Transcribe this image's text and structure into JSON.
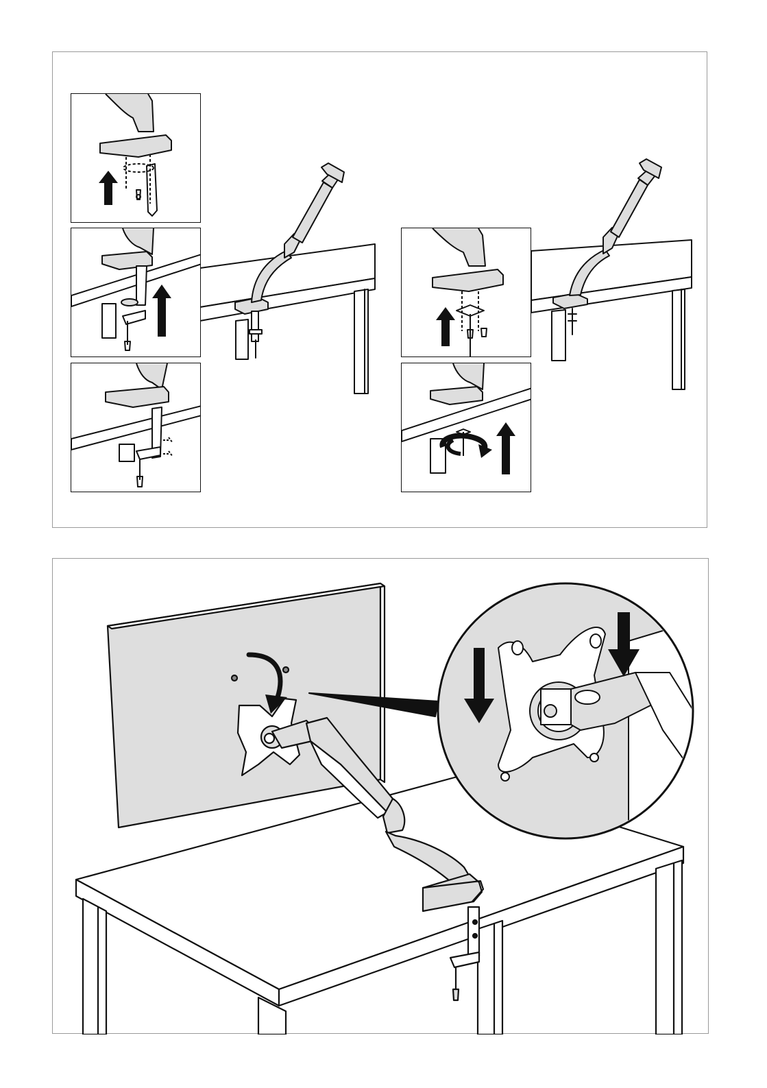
{
  "diagram": {
    "top_panel": {
      "left_steps": [
        "step-1",
        "step-2",
        "step-3"
      ],
      "right_steps": [
        "step-1",
        "step-2"
      ]
    },
    "bottom_panel": {
      "magnifier": true
    }
  },
  "colors": {
    "stroke": "#111111",
    "part_fill": "#dedede",
    "surface_fill": "#ffffff",
    "frame_border": "#9a9a9a"
  }
}
